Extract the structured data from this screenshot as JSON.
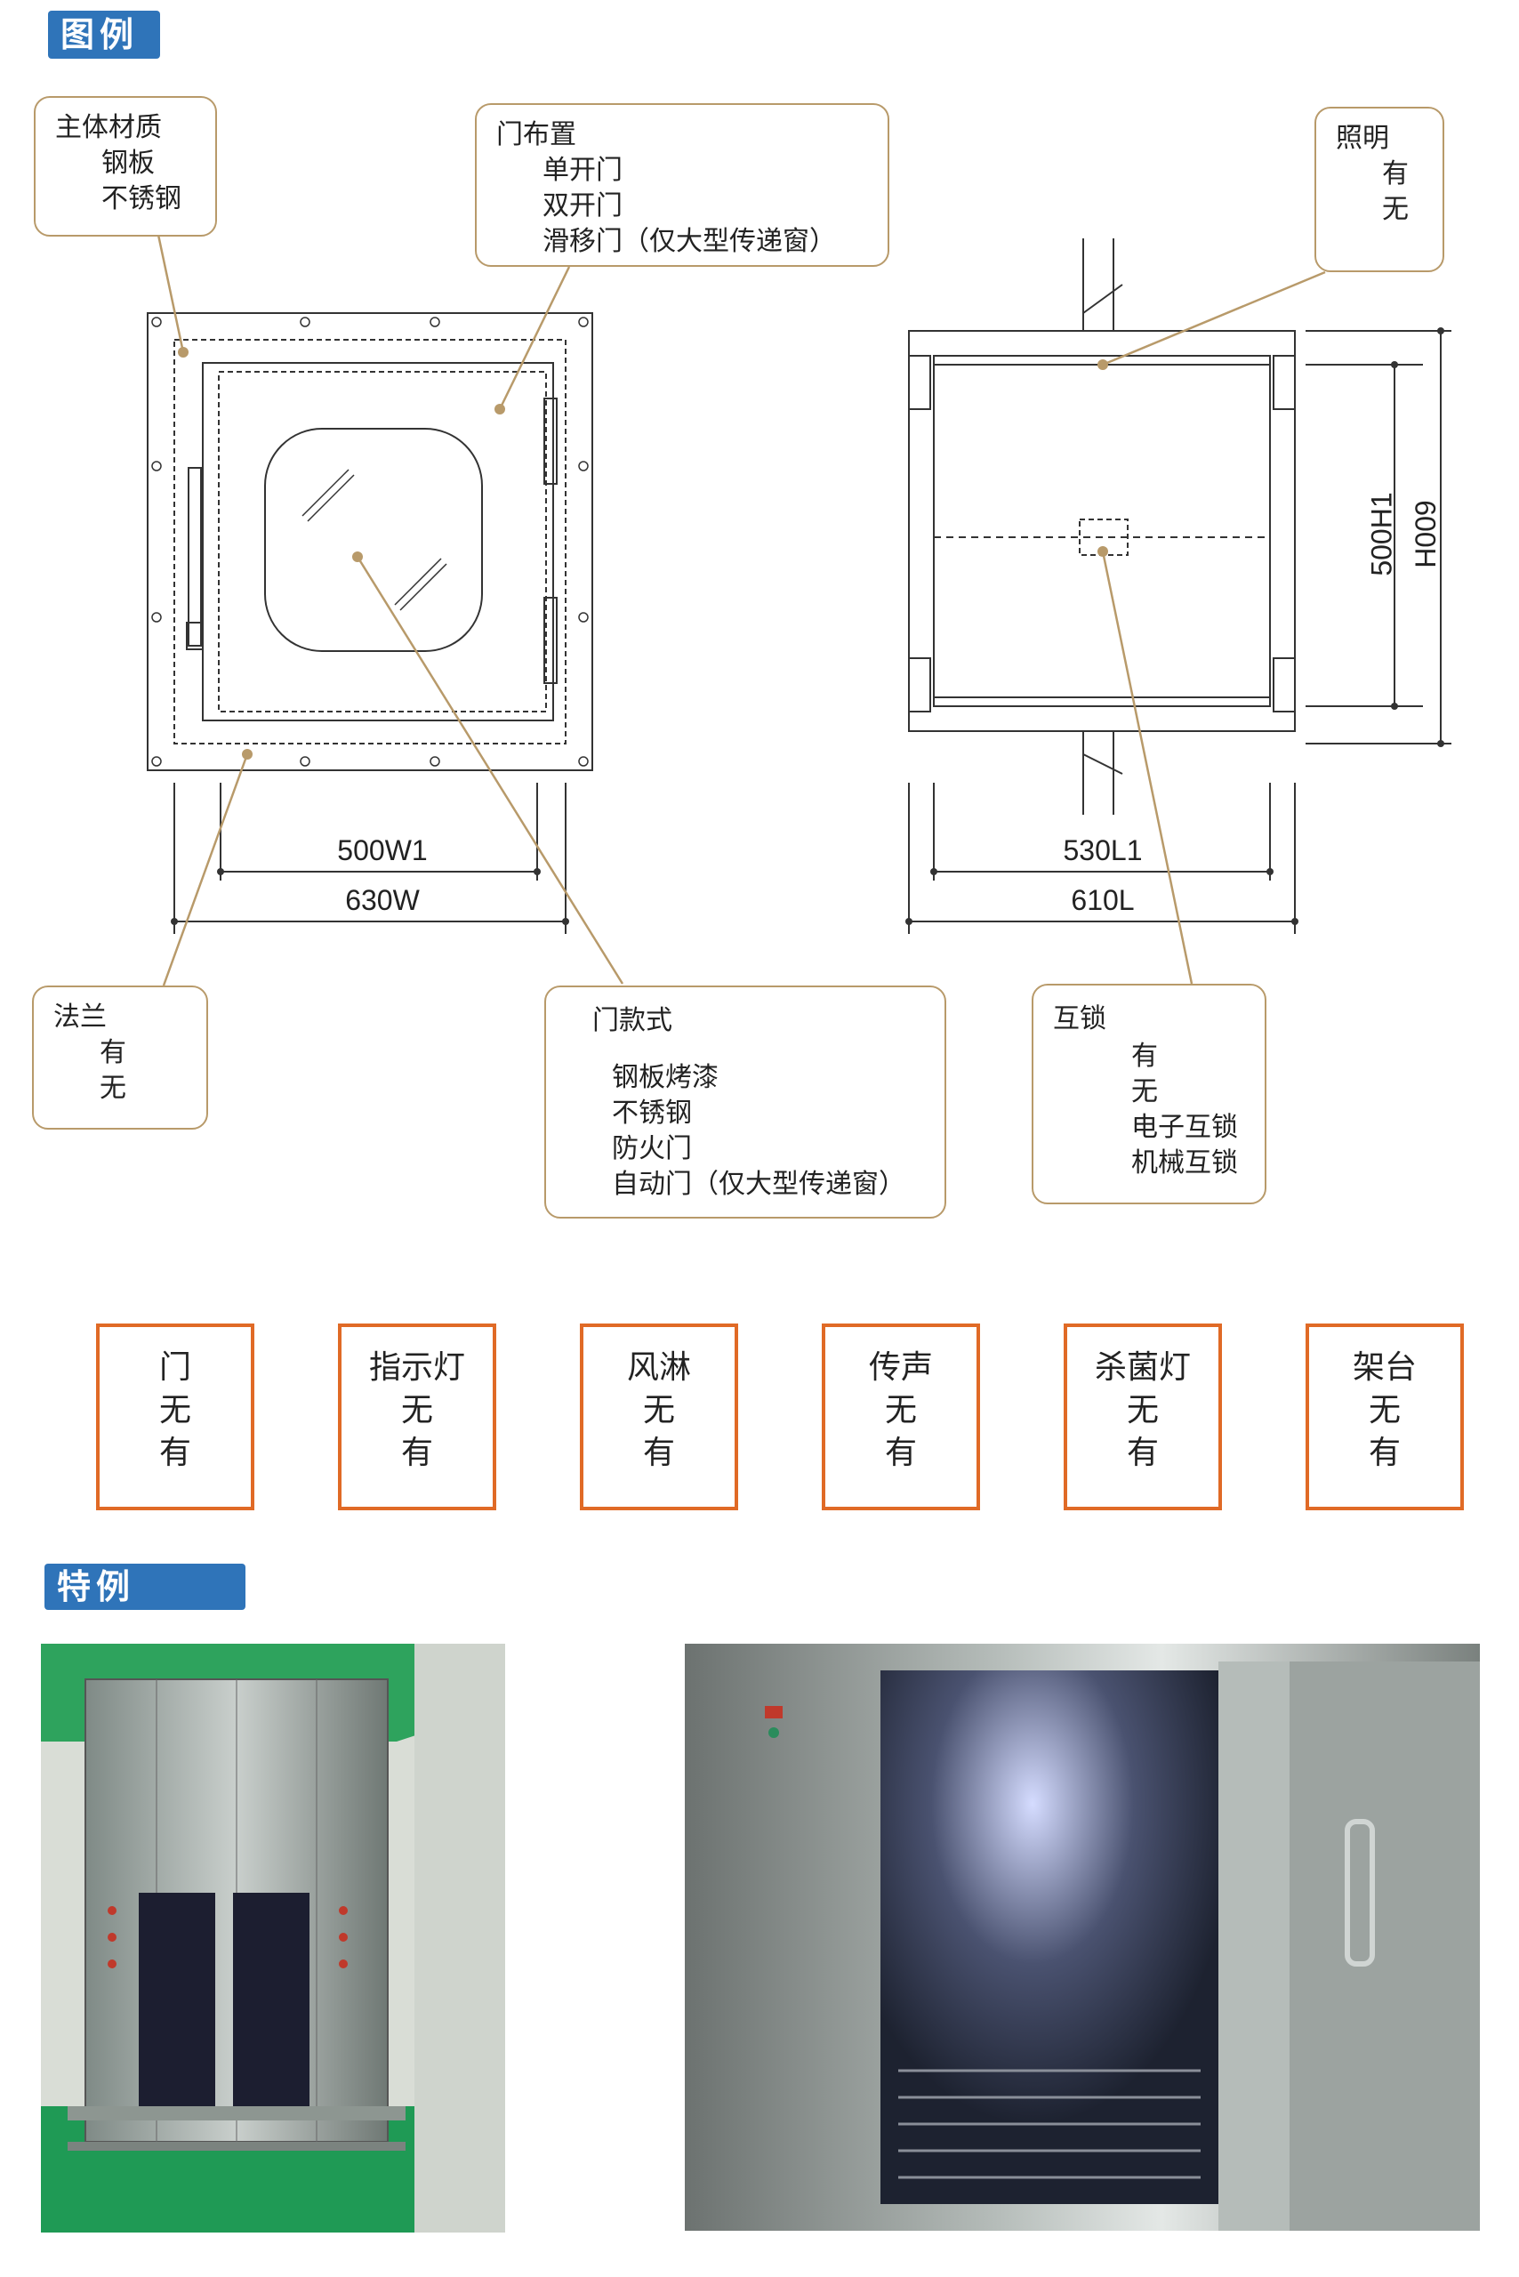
{
  "sections": {
    "legend_title": "图例",
    "special_title": "特例"
  },
  "callouts": {
    "material": {
      "title": "主体材质",
      "items": [
        "钢板",
        "不锈钢"
      ]
    },
    "door_layout": {
      "title": "门布置",
      "items": [
        "单开门",
        "双开门",
        "滑移门（仅大型传递窗）"
      ]
    },
    "lighting": {
      "title": "照明",
      "items": [
        "有",
        "无"
      ]
    },
    "flange": {
      "title": "法兰",
      "items": [
        "有",
        "无"
      ]
    },
    "door_style": {
      "title": "门款式",
      "items": [
        "钢板烤漆",
        "不锈钢",
        "防火门",
        "自动门（仅大型传递窗）"
      ]
    },
    "interlock": {
      "title": "互锁",
      "items": [
        "有",
        "无",
        "电子互锁",
        "机械互锁"
      ]
    }
  },
  "dimensions": {
    "w1": "500W1",
    "w": "630W",
    "l1": "530L1",
    "l": "610L",
    "h1": "500H1",
    "h": "600H"
  },
  "options": [
    {
      "title": "门",
      "a": "无",
      "b": "有"
    },
    {
      "title": "指示灯",
      "a": "无",
      "b": "有"
    },
    {
      "title": "风淋",
      "a": "无",
      "b": "有"
    },
    {
      "title": "传声",
      "a": "无",
      "b": "有"
    },
    {
      "title": "杀菌灯",
      "a": "无",
      "b": "有"
    },
    {
      "title": "架台",
      "a": "无",
      "b": "有"
    }
  ],
  "colors": {
    "section_blue": "#2f74b9",
    "callout_border": "#b89a6a",
    "option_border": "#e06a26",
    "photo_green": "#1f9a55"
  }
}
